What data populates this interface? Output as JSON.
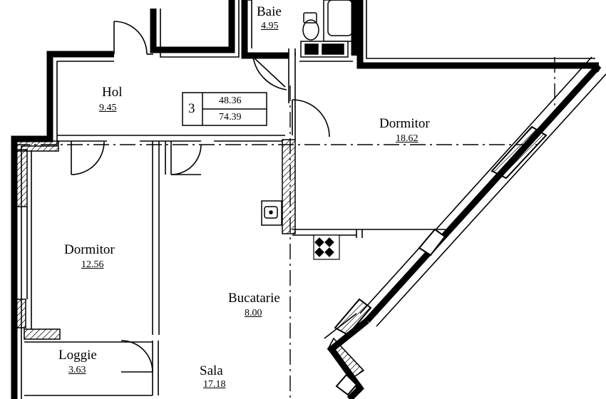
{
  "rooms": {
    "baie": {
      "name": "Baie",
      "area": "4.95"
    },
    "hol": {
      "name": "Hol",
      "area": "9.45"
    },
    "dormitor1": {
      "name": "Dormitor",
      "area": "18.62"
    },
    "dormitor2": {
      "name": "Dormitor",
      "area": "12.56"
    },
    "bucatarie": {
      "name": "Bucatarie",
      "area": "8.00"
    },
    "loggie": {
      "name": "Loggie",
      "area": "3.63"
    },
    "sala": {
      "name": "Sala",
      "area": "17.18"
    }
  },
  "apartment": {
    "rooms": "3",
    "living_area": "48.36",
    "total_area": "74.39"
  }
}
